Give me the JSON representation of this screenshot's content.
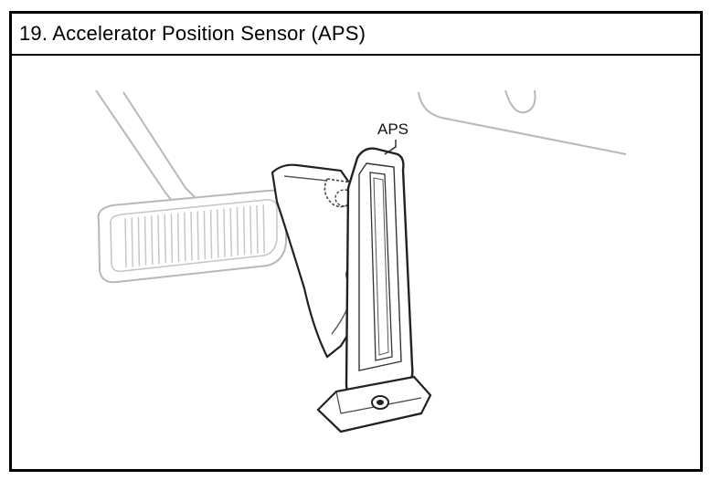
{
  "title": "19. Accelerator Position Sensor (APS)",
  "diagram": {
    "callout_label": "APS",
    "components": {
      "brake_pedal": "brake-pedal",
      "accelerator_pedal": "accelerator-pedal",
      "aps_sensor": "aps-sensor",
      "pedal_base": "pedal-base-plate"
    },
    "colors": {
      "line_light": "#b8b8b8",
      "line_dark": "#222222",
      "frame": "#000000"
    }
  }
}
